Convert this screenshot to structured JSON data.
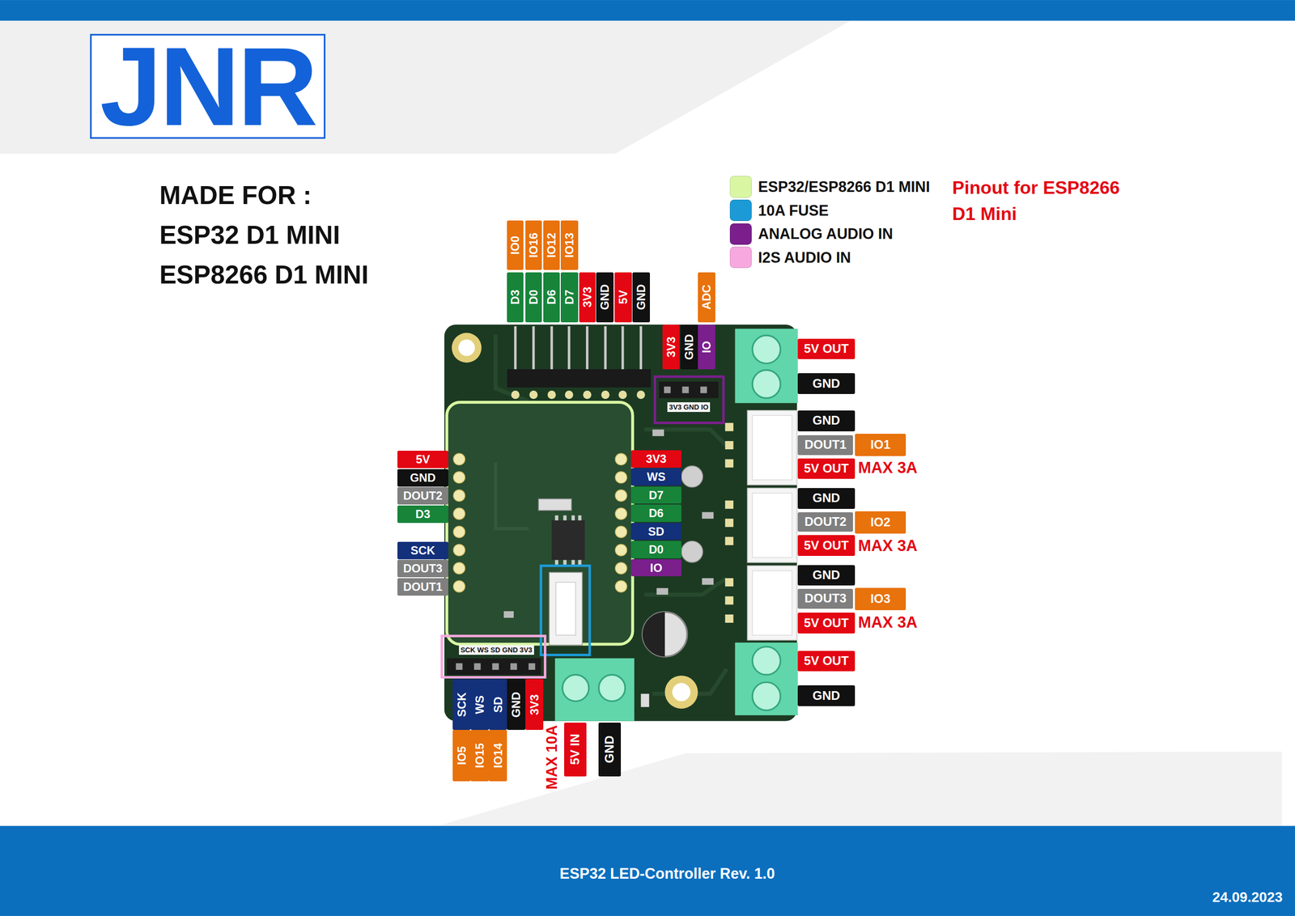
{
  "diagram": {
    "caption": "ESP32 LED-Controller Rev. 1.0",
    "nodes": [
      {
        "text": [
          "IO0"
        ]
      },
      {
        "text": [
          "IO16"
        ]
      },
      {
        "text": [
          "IO12"
        ]
      },
      {
        "text": [
          "IO13"
        ]
      },
      {
        "text": [
          "D3"
        ]
      },
      {
        "text": [
          "D0"
        ]
      },
      {
        "text": [
          "D6"
        ]
      },
      {
        "text": [
          "D7"
        ]
      },
      {
        "text": [
          "3V3"
        ]
      },
      {
        "text": [
          "GND"
        ]
      },
      {
        "text": [
          "5V"
        ]
      },
      {
        "text": [
          "GND"
        ]
      },
      {
        "text": [
          "ADC"
        ]
      },
      {
        "text": [
          "3V3"
        ]
      },
      {
        "text": [
          "GND"
        ]
      },
      {
        "text": [
          "IO"
        ]
      },
      {
        "text": [
          "5V OUT"
        ]
      },
      {
        "text": [
          "GND"
        ]
      },
      {
        "text": [
          "GND"
        ]
      },
      {
        "text": [
          "DOUT1"
        ]
      },
      {
        "text": [
          "IO1"
        ]
      },
      {
        "text": [
          "5V OUT"
        ]
      },
      {
        "text": [
          "GND"
        ]
      },
      {
        "text": [
          "DOUT2"
        ]
      },
      {
        "text": [
          "IO2"
        ]
      },
      {
        "text": [
          "5V OUT"
        ]
      },
      {
        "text": [
          "GND"
        ]
      },
      {
        "text": [
          "DOUT3"
        ]
      },
      {
        "text": [
          "IO3"
        ]
      },
      {
        "text": [
          "5V OUT"
        ]
      },
      {
        "text": [
          "5V OUT"
        ]
      },
      {
        "text": [
          "GND"
        ]
      },
      {
        "text": [
          "5V"
        ]
      },
      {
        "text": [
          "GND"
        ]
      },
      {
        "text": [
          "DOUT2"
        ]
      },
      {
        "text": [
          "D3"
        ]
      },
      {
        "text": [
          "SCK"
        ]
      },
      {
        "text": [
          "DOUT3"
        ]
      },
      {
        "text": [
          "DOUT1"
        ]
      },
      {
        "text": [
          "3V3"
        ]
      },
      {
        "text": [
          "WS"
        ]
      },
      {
        "text": [
          "D7"
        ]
      },
      {
        "text": [
          "D6"
        ]
      },
      {
        "text": [
          "SD"
        ]
      },
      {
        "text": [
          "D0"
        ]
      },
      {
        "text": [
          "IO"
        ]
      },
      {
        "text": [
          "SCK"
        ]
      },
      {
        "text": [
          "WS"
        ]
      },
      {
        "text": [
          "SD"
        ]
      },
      {
        "text": [
          "GND"
        ]
      },
      {
        "text": [
          "3V3"
        ]
      },
      {
        "text": [
          "IO5"
        ]
      },
      {
        "text": [
          "IO15"
        ]
      },
      {
        "text": [
          "IO14"
        ]
      },
      {
        "text": [
          "5V IN"
        ]
      },
      {
        "text": [
          "GND"
        ]
      }
    ],
    "labels": [
      "JNR",
      "MADE FOR :",
      "ESP32 D1 MINI",
      "ESP8266 D1 MINI",
      "Pinout for ESP8266 D1 Mini",
      "3V3 GND IO",
      "SCK WS SD GND 3V3",
      "MAX 3A",
      "MAX 3A",
      "MAX 3A",
      "MAX 10A",
      "24.09.2023"
    ],
    "legend": [
      {
        "text": "ESP32/ESP8266 D1 MINI",
        "color": "#d9f7a3"
      },
      {
        "text": "10A FUSE",
        "color": "#1c9ad6"
      },
      {
        "text": "ANALOG AUDIO IN",
        "color": "#7a1f8c"
      },
      {
        "text": "I2S AUDIO IN",
        "color": "#f7a8df"
      }
    ]
  }
}
